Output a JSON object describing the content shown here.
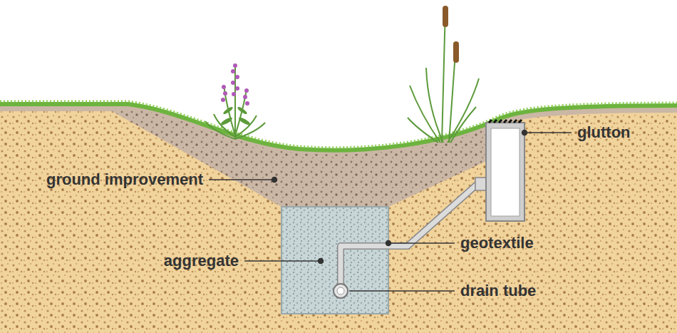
{
  "diagram": {
    "labels": [
      "glutton",
      "ground improvement",
      "aggregate",
      "geotextile",
      "drain tube"
    ]
  }
}
